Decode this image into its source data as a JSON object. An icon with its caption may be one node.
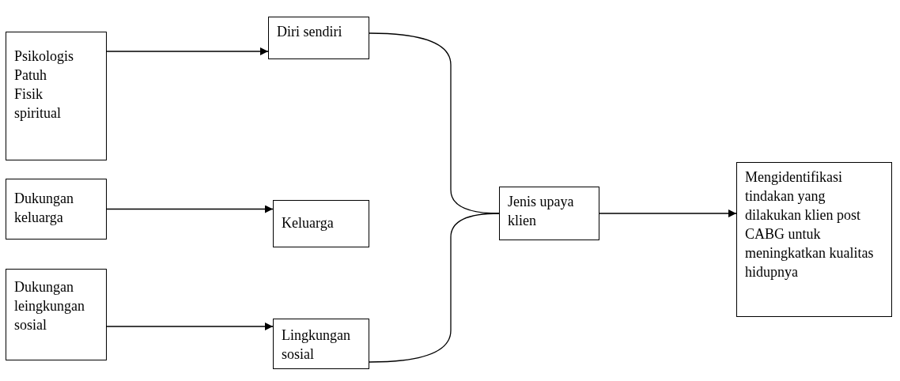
{
  "diagram": {
    "nodes": [
      {
        "text": [
          "Psikologis Patuh Fisik spiritual"
        ]
      },
      {
        "text": [
          "Diri sendiri"
        ]
      },
      {
        "text": [
          "Dukungan keluarga"
        ]
      },
      {
        "text": [
          "Keluarga"
        ]
      },
      {
        "text": [
          "Dukungan leingkungan sosial"
        ]
      },
      {
        "text": [
          "Lingkungan sosial"
        ]
      },
      {
        "text": [
          "Jenis upaya klien"
        ]
      },
      {
        "text": [
          "Mengidentifikasi tindakan yang dilakukan klien post CABG untuk meningkatkan kualitas hidupnya"
        ]
      }
    ],
    "edges": [
      {
        "from": 0,
        "to": 1,
        "arrow": "to"
      },
      {
        "from": 2,
        "to": 3,
        "arrow": "to"
      },
      {
        "from": 4,
        "to": 5,
        "arrow": "to"
      },
      {
        "from": 1,
        "to": 6,
        "arrow": "none"
      },
      {
        "from": 5,
        "to": 6,
        "arrow": "none"
      },
      {
        "from": 6,
        "to": 7,
        "arrow": "to"
      }
    ]
  }
}
